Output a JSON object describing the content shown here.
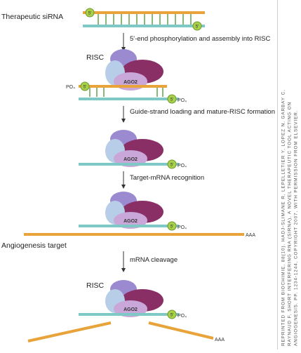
{
  "labels": {
    "therapeutic_sirna": "Therapeutic siRNA",
    "angiogenesis_target": "Angiogenesis target",
    "risc_top": "RISC",
    "risc_bottom": "RISC"
  },
  "steps": [
    "5'-end phosphorylation and assembly into RISC",
    "Guide-strand loading and mature-RISC formation",
    "Target-mRNA recognition",
    "mRNA cleavage"
  ],
  "marks": {
    "five_prime": "5'",
    "ago2": "AGO2",
    "po4": "PO₄",
    "poly_a": "AAA"
  },
  "credit": {
    "line1": "Reprinted from Biochimie, 88(10). Hadj-Slimane R, Lepelletier Y, Lopez N, Garbay C,",
    "line2": "Raynaud F, Short interfering RNA (siRNA), a novel therapeutic tool acting on",
    "line3": "angiogenesis. pp. 1234-1244, Copyright 2007, with permission from Elsevier."
  },
  "colors": {
    "sense_strand": "#e8a33a",
    "guide_strand": "#7ec8c6",
    "five_prime_cap": "#a8d04a",
    "ago2_body": "#c9a7d9",
    "piwi_lobe": "#8a2f66",
    "risc_top": "#9b8ad0",
    "risc_left": "#b8cde8"
  }
}
